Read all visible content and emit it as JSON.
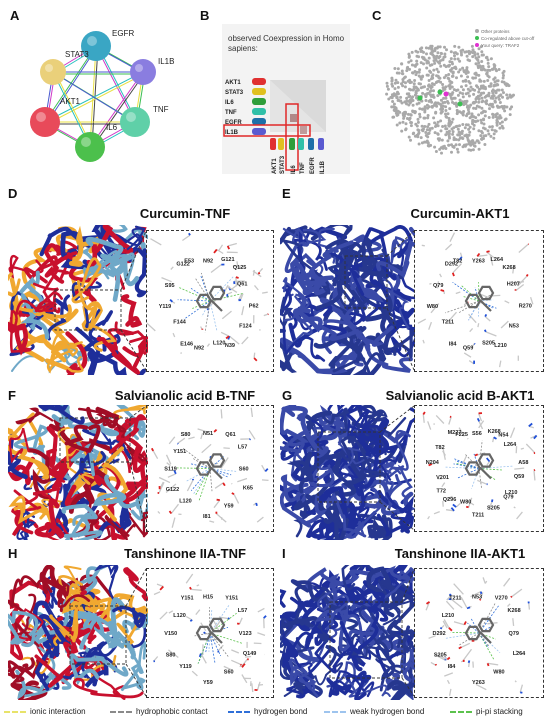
{
  "panels": {
    "A": {
      "label": "A",
      "nodes": [
        "EGFR",
        "IL1B",
        "TNF",
        "IL6",
        "AKT1",
        "STAT3"
      ]
    },
    "B": {
      "label": "B",
      "heading": "observed Coexpression in Homo sapiens:",
      "genes": [
        "AKT1",
        "STAT3",
        "IL6",
        "TNF",
        "EGFR",
        "IL1B"
      ],
      "gene_colors": [
        "#e03030",
        "#e0c020",
        "#2e9e3a",
        "#30c0a8",
        "#1e6fa8",
        "#5a5ad0"
      ]
    },
    "C": {
      "label": "C",
      "legend": [
        "Other proteins",
        "Co-regulated above cut-off",
        "Your query: TRAF2"
      ]
    },
    "D": {
      "label": "D",
      "title": "Curcumin-TNF",
      "residues": [
        "N92",
        "G121",
        "Q125",
        "Q61",
        "P62",
        "F124",
        "N39",
        "L120",
        "N92",
        "E146",
        "F144",
        "Y119",
        "S95",
        "G122",
        "E53"
      ]
    },
    "E": {
      "label": "E",
      "title": "Curcumin-AKT1",
      "residues": [
        "Y263",
        "L264",
        "K268",
        "H207",
        "R270",
        "N53",
        "L210",
        "S205",
        "Q59",
        "I84",
        "T211",
        "W80",
        "Q79",
        "D292",
        "T82"
      ]
    },
    "F": {
      "label": "F",
      "title": "Salvianolic acid B-TNF",
      "residues": [
        "N51",
        "Q61",
        "L57",
        "S60",
        "K65",
        "Y59",
        "I81",
        "L120",
        "G122",
        "S119",
        "Y151",
        "S80"
      ]
    },
    "G": {
      "label": "G",
      "title": "Salvianolic acid B-AKT1",
      "residues": [
        "S56",
        "K268",
        "N54",
        "L264",
        "A58",
        "Q59",
        "L210",
        "Q79",
        "S205",
        "T211",
        "W80",
        "Q296",
        "T72",
        "V201",
        "N204",
        "T82",
        "M227",
        "F225"
      ]
    },
    "H": {
      "label": "H",
      "title": "Tanshinone IIA-TNF",
      "residues": [
        "H15",
        "Y151",
        "L57",
        "V123",
        "Q149",
        "S60",
        "Y59",
        "Y119",
        "S80",
        "V150",
        "L120",
        "Y151"
      ]
    },
    "I": {
      "label": "I",
      "title": "Tanshinone IIA-AKT1",
      "residues": [
        "N53",
        "V270",
        "K268",
        "Q79",
        "L264",
        "W80",
        "Y263",
        "I84",
        "S205",
        "D292",
        "L210",
        "T211"
      ]
    }
  },
  "legend": [
    {
      "label": "ionic interaction",
      "color": "#e8e36a"
    },
    {
      "label": "hydrophobic contact",
      "color": "#8a8a8a"
    },
    {
      "label": "hydrogen bond",
      "color": "#2f6fd8"
    },
    {
      "label": "weak hydrogen bond",
      "color": "#9ec4ee"
    },
    {
      "label": "pi-pi stacking",
      "color": "#5cc24d"
    }
  ]
}
